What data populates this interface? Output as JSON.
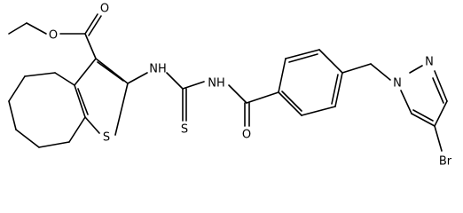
{
  "atoms": {
    "ester_o_carbonyl": "O",
    "ester_o": "O",
    "thiophene_s": "S",
    "nh_1": "NH",
    "nh_2": "NH",
    "thio_s": "S",
    "amide_o": "O",
    "pyrazole_n1": "N",
    "pyrazole_n2": "N",
    "bromine": "Br"
  }
}
